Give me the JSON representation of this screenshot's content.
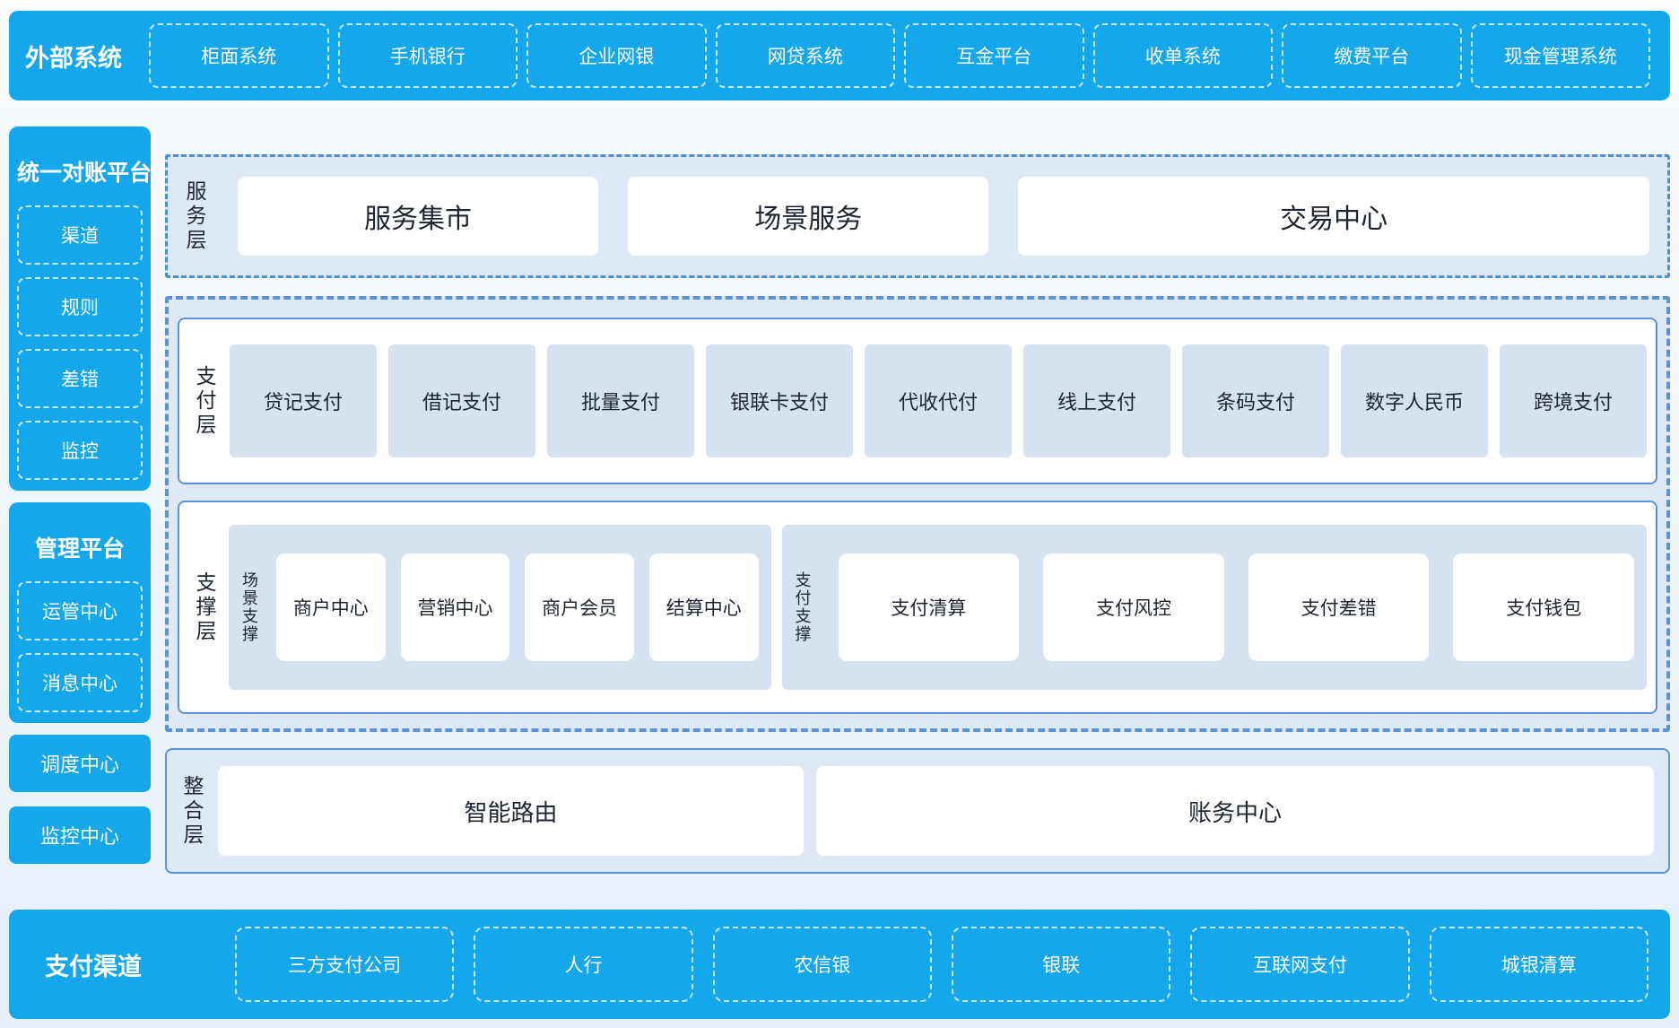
{
  "colors": {
    "blue": "#14a7ec",
    "panel": "#dfe9f5",
    "item": "#d7e2f1",
    "border": "#5b94d6",
    "dash": "#4a90d8",
    "dark": "#1f2530"
  },
  "top_bar": {
    "label": "外部系统",
    "items": [
      "柜面系统",
      "手机银行",
      "企业网银",
      "网贷系统",
      "互金平台",
      "收单系统",
      "缴费平台",
      "现金管理系统"
    ]
  },
  "sidebar": {
    "reconciliation": {
      "title": "统一对账平台",
      "items": [
        "渠道",
        "规则",
        "差错",
        "监控"
      ]
    },
    "management": {
      "title": "管理平台",
      "items": [
        "运管中心",
        "消息中心"
      ]
    },
    "standalone": [
      "调度中心",
      "监控中心"
    ]
  },
  "layers": {
    "service": {
      "label": "服务层",
      "items": [
        "服务集市",
        "场景服务",
        "交易中心"
      ]
    },
    "payment": {
      "label": "支付层",
      "items": [
        "贷记支付",
        "借记支付",
        "批量支付",
        "银联卡支付",
        "代收代付",
        "线上支付",
        "条码支付",
        "数字人民币",
        "跨境支付"
      ]
    },
    "support": {
      "label": "支撑层",
      "groups": [
        {
          "label": "场景支撑",
          "items": [
            "商户中心",
            "营销中心",
            "商户会员",
            "结算中心"
          ]
        },
        {
          "label": "支付支撑",
          "items": [
            "支付清算",
            "支付风控",
            "支付差错",
            "支付钱包"
          ]
        }
      ]
    },
    "integration": {
      "label": "整合层",
      "items": [
        "智能路由",
        "账务中心"
      ]
    }
  },
  "bottom_bar": {
    "label": "支付渠道",
    "items": [
      "三方支付公司",
      "人行",
      "农信银",
      "银联",
      "互联网支付",
      "城银清算"
    ]
  }
}
